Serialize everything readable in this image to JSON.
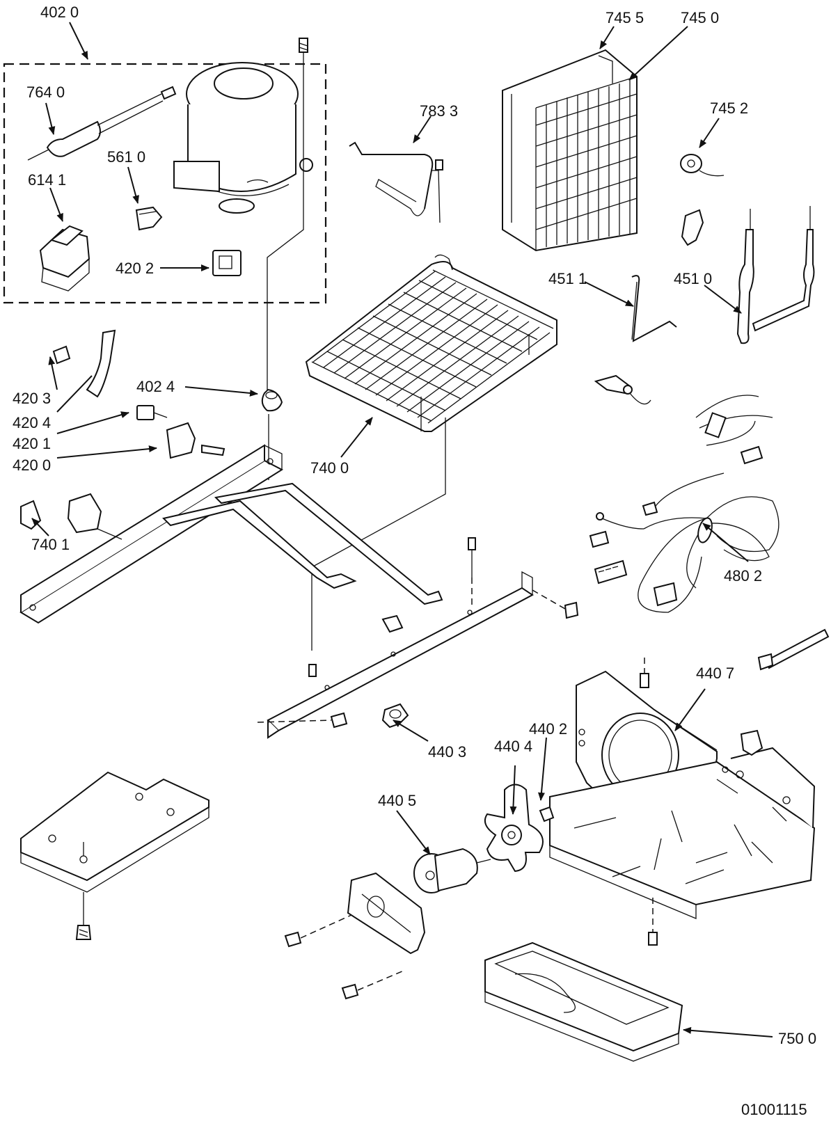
{
  "callouts": [
    {
      "id": "c4020",
      "text": "402 0"
    },
    {
      "id": "c7640",
      "text": "764 0"
    },
    {
      "id": "c5610",
      "text": "561 0"
    },
    {
      "id": "c6141",
      "text": "614 1"
    },
    {
      "id": "c4202",
      "text": "420 2"
    },
    {
      "id": "c7833",
      "text": "783 3"
    },
    {
      "id": "c7455",
      "text": "745 5"
    },
    {
      "id": "c7450",
      "text": "745 0"
    },
    {
      "id": "c7452",
      "text": "745 2"
    },
    {
      "id": "c4511",
      "text": "451 1"
    },
    {
      "id": "c4510",
      "text": "451 0"
    },
    {
      "id": "c4203",
      "text": "420 3"
    },
    {
      "id": "c4024",
      "text": "402 4"
    },
    {
      "id": "c4204",
      "text": "420 4"
    },
    {
      "id": "c4201",
      "text": "420 1"
    },
    {
      "id": "c4200",
      "text": "420 0"
    },
    {
      "id": "c7400",
      "text": "740 0"
    },
    {
      "id": "c7401",
      "text": "740 1"
    },
    {
      "id": "c4802",
      "text": "480 2"
    },
    {
      "id": "c4407",
      "text": "440 7"
    },
    {
      "id": "c4403",
      "text": "440 3"
    },
    {
      "id": "c4404",
      "text": "440 4"
    },
    {
      "id": "c4402",
      "text": "440 2"
    },
    {
      "id": "c4405",
      "text": "440 5"
    },
    {
      "id": "c7500",
      "text": "750 0"
    }
  ],
  "drawing_number": "01001115"
}
